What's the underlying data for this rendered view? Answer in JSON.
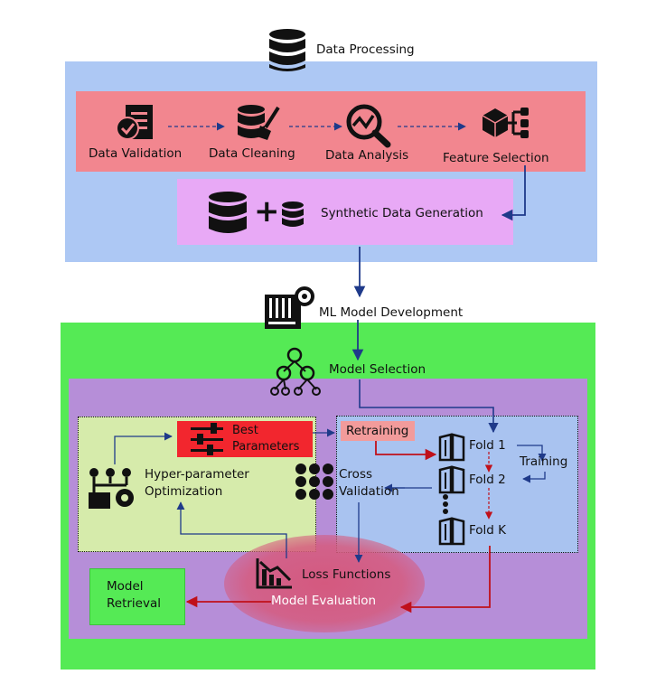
{
  "sections": {
    "data_processing": {
      "title": "Data Processing",
      "steps": [
        "Data Validation",
        "Data Cleaning",
        "Data Analysis",
        "Feature Selection"
      ],
      "synthetic": "Synthetic Data Generation",
      "plus": "+"
    },
    "ml_dev": {
      "title": "ML Model Development",
      "model_selection": "Model Selection"
    },
    "tuning": {
      "best_params": [
        "Best",
        "Parameters"
      ],
      "hpo": [
        "Hyper-parameter",
        "Optimization"
      ]
    },
    "cv": {
      "retraining": "Retraining",
      "cross_validation": [
        "Cross",
        "Validation"
      ],
      "folds": [
        "Fold  1",
        "Fold  2",
        "Fold  K"
      ],
      "training": "Training"
    },
    "evaluation": {
      "loss": "Loss Functions",
      "model_eval": "Model Evaluation",
      "retrieval": [
        "Model",
        "Retrieval"
      ]
    }
  },
  "colors": {
    "data_proc_bg": "#adc8f4",
    "steps_bg": "#f2868f",
    "synthetic_bg": "#e8a9f6",
    "ml_bg": "#55ea55",
    "inner_purple": "#b68ed8",
    "tuning_bg": "#d6ebab",
    "cv_bg": "#a9c3f0",
    "best_params_bg": "#f2262e",
    "retraining_bg": "#f29b9b",
    "eval_ellipse": "#d2577a",
    "retrieval_bg": "#55ea55",
    "arrow_blue": "#1f3a8a",
    "arrow_red": "#c0101a"
  },
  "icons": [
    "database-icon",
    "checklist-doc-icon",
    "clean-database-icon",
    "analysis-magnifier-icon",
    "feature-cubes-icon",
    "server-gear-icon",
    "network-gear-icon",
    "sliders-icon",
    "gear-network-icon",
    "check-grid-icon",
    "book-icon",
    "loss-chart-icon"
  ]
}
